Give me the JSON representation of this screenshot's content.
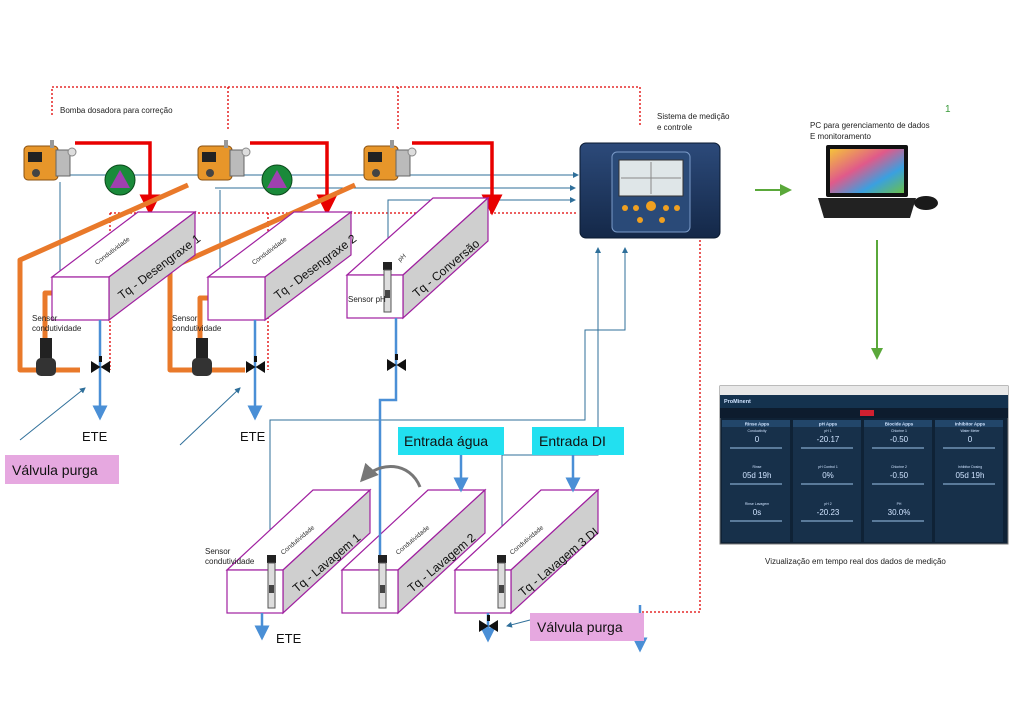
{
  "labels": {
    "pump_title": "Bomba dosadora para correção",
    "system_title_1": "Sistema de medição",
    "system_title_2": "e controle",
    "pc_title_1": "PC para gerenciamento de dados",
    "pc_title_2": "E monitoramento",
    "pc_number": "1",
    "realtime_caption": "Vizualização em tempo real dos dados de medição",
    "sensor_cond_1a": "Sensor",
    "sensor_cond_1b": "condutividade",
    "sensor_cond_2a": "Sensor",
    "sensor_cond_2b": "condutividade",
    "sensor_cond_3a": "Sensor",
    "sensor_cond_3b": "condutividade",
    "sensor_ph": "Sensor pH",
    "ph_tag": "pH",
    "condutividade": "Condutividade",
    "ete_1": "ETE",
    "ete_2": "ETE",
    "ete_3": "ETE",
    "valvula_purga_1": "Válvula purga",
    "valvula_purga_2": "Válvula purga",
    "entrada_agua": "Entrada água",
    "entrada_di": "Entrada DI"
  },
  "tanks": {
    "t1": "Tq - Desengraxe 1",
    "t2": "Tq - Desengraxe 2",
    "t3": "Tq - Conversão",
    "t4": "Tq - Lavagem 1",
    "t5": "Tq - Lavagem 2",
    "t6": "Tq - Lavagem 3 DI"
  },
  "dashboard": {
    "brand": "ProMinent",
    "panels": [
      {
        "title": "Rinse Apps",
        "c1_label": "Conductivity",
        "c1_value": "0",
        "c2_label": "Rinse",
        "c2_value": "05d 19h",
        "c3_label": "Rinse Lavagem",
        "c3_value": "0s"
      },
      {
        "title": "pH Apps",
        "c1_label": "pH 1",
        "c1_value": "-20.17",
        "c2_label": "pH Control 1",
        "c2_value": "0%",
        "c3_label": "pH 2",
        "c3_value": "-20.23"
      },
      {
        "title": "Biocide Apps",
        "c1_label": "Chlorine 1",
        "c1_value": "-0.50",
        "c2_label": "Chlorine 2",
        "c2_value": "-0.50",
        "c3_label": "PH",
        "c3_value": "30.0%"
      },
      {
        "title": "Inhibitor Apps",
        "c1_label": "Water Meter",
        "c1_value": "0",
        "c2_label": "Inhibitor Dosing",
        "c2_value": "05d 19h",
        "c3_label": "",
        "c3_value": ""
      }
    ]
  },
  "colors": {
    "tank_border": "#a020a0",
    "tank_side": "#cfcfcf",
    "pipe_orange": "#e9792a",
    "arrow_red": "#e80000",
    "flow_blue": "#4a8fd6",
    "signal_blue": "#2f6f9a",
    "dotted_red": "#e00000",
    "green_arrow": "#5aa83a",
    "label_pink": "#e6a8e0",
    "label_cyan": "#22e0f0",
    "pump_orange": "#e7962a"
  }
}
